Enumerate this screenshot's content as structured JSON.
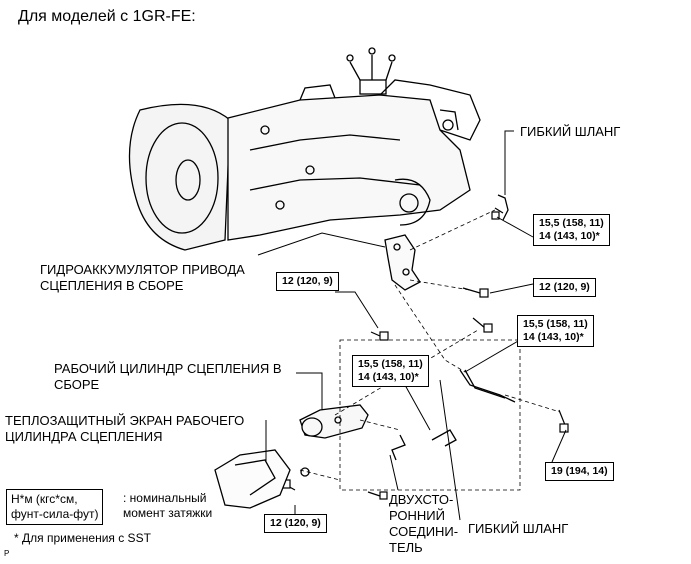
{
  "title": "Для моделей с 1GR-FE:",
  "labels": {
    "flex_hose_top": "ГИБКИЙ ШЛАНГ",
    "accumulator_line1": "ГИДРОАККУМУЛЯТОР ПРИВОДА",
    "accumulator_line2": "СЦЕПЛЕНИЯ В СБОРЕ",
    "slave_cyl_line1": "РАБОЧИЙ ЦИЛИНДР СЦЕПЛЕНИЯ В",
    "slave_cyl_line2": "СБОРЕ",
    "heat_shield_line1": "ТЕПЛОЗАЩИТНЫЙ ЭКРАН РАБОЧЕГО",
    "heat_shield_line2": "ЦИЛИНДРА СЦЕПЛЕНИЯ",
    "union_line1": "ДВУХСТО-",
    "union_line2": "РОННИЙ",
    "union_line3": "СОЕДИНИ-",
    "union_line4": "ТЕЛЬ",
    "flex_hose_bottom": "ГИБКИЙ ШЛАНГ"
  },
  "torque": {
    "t1_line1": "15,5 (158, 11)",
    "t1_line2": "14 (143, 10)*",
    "t2": "12 (120, 9)",
    "t3": "12 (120, 9)",
    "t4_line1": "15,5 (158, 11)",
    "t4_line2": "14 (143, 10)*",
    "t5_line1": "15,5 (158, 11)",
    "t5_line2": "14 (143, 10)*",
    "t6": "19 (194, 14)",
    "t7": "12 (120, 9)"
  },
  "legend": {
    "unit_line1": "Н*м (кгс*см,",
    "unit_line2": "фунт-сила-фут)",
    "desc_line1": ": номинальный",
    "desc_line2": "момент затяжки",
    "sst_note": "* Для применения с SST",
    "corner_mark": "P"
  }
}
